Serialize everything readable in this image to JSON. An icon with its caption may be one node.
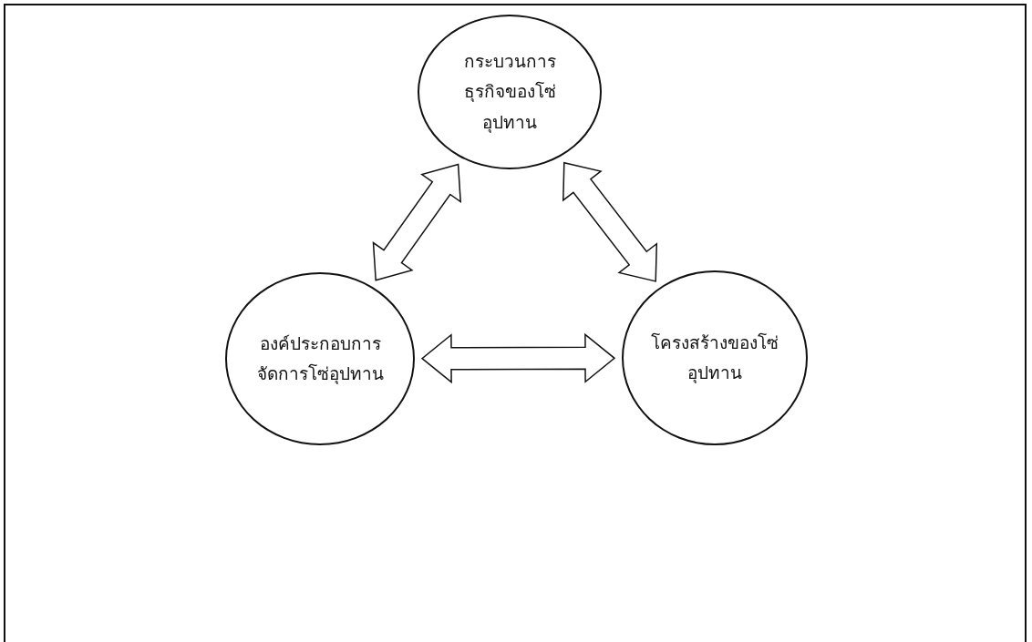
{
  "diagram": {
    "nodes": [
      {
        "text": [
          "กระบวนการธุรกิจของโซ่อุปทาน"
        ]
      },
      {
        "text": [
          "องค์ประกอบการจัดการโซ่อุปทาน"
        ]
      },
      {
        "text": [
          "โครงสร้างของโซ่อุปทาน"
        ]
      }
    ],
    "edges": [
      {
        "from": 0,
        "to": 1,
        "arrow": "both"
      },
      {
        "from": 0,
        "to": 2,
        "arrow": "both"
      },
      {
        "from": 1,
        "to": 2,
        "arrow": "both"
      }
    ]
  }
}
